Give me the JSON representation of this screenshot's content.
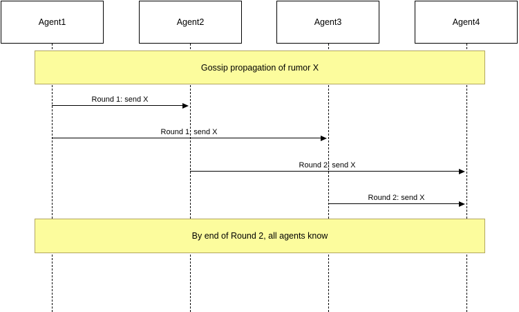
{
  "participants": [
    {
      "label": "Agent1"
    },
    {
      "label": "Agent2"
    },
    {
      "label": "Agent3"
    },
    {
      "label": "Agent4"
    }
  ],
  "notes": [
    {
      "text": "Gossip propagation of rumor X"
    },
    {
      "text": "By end of Round 2, all agents know"
    }
  ],
  "messages": [
    {
      "label": "Round 1: send X",
      "from": "Agent1",
      "to": "Agent2"
    },
    {
      "label": "Round 1: send X",
      "from": "Agent1",
      "to": "Agent3"
    },
    {
      "label": "Round 2: send X",
      "from": "Agent2",
      "to": "Agent4"
    },
    {
      "label": "Round 2: send X",
      "from": "Agent3",
      "to": "Agent4"
    }
  ],
  "colors": {
    "background": "#FFFFFF",
    "stroke": "#000000",
    "participant_fill": "#FFFFFF",
    "note_fill": "#FCFC9D",
    "note_border": "#B2A65E"
  }
}
